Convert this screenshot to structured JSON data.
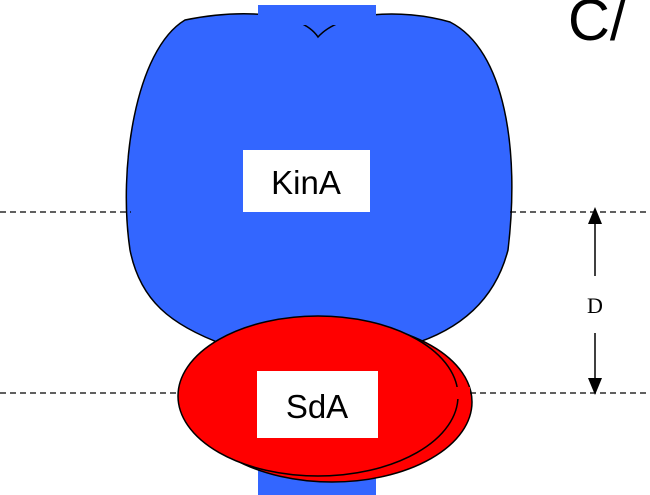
{
  "labels": {
    "corner": "C/",
    "kinase": "KinA",
    "inhibitor": "SdA",
    "distance": "D"
  },
  "colors": {
    "kinase_fill": "#3366ff",
    "inhibitor_fill": "#ff0000",
    "outline": "#000000",
    "label_box": "#ffffff",
    "background": "#ffffff"
  }
}
